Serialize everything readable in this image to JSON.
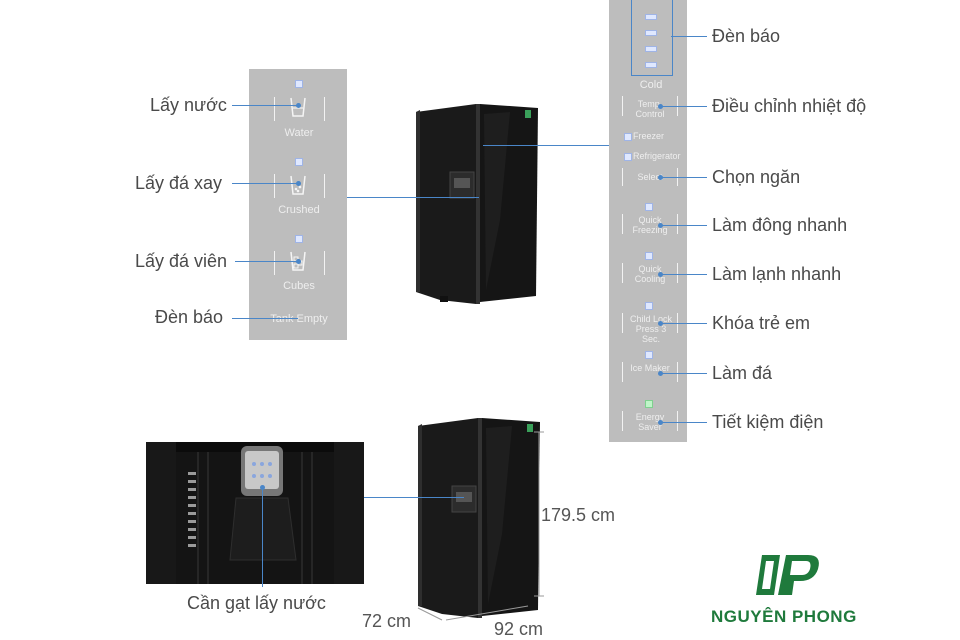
{
  "left_panel": {
    "labels": [
      "Lấy nước",
      "Lấy đá xay",
      "Lấy đá viên",
      "Đèn báo"
    ],
    "buttons": [
      "Water",
      "Crushed",
      "Cubes"
    ],
    "indicator": "Tank Empty"
  },
  "right_panel": {
    "labels": [
      "Đèn báo",
      "Điều chỉnh nhiệt độ",
      "Chọn ngăn",
      "Làm đông nhanh",
      "Làm lạnh nhanh",
      "Khóa trẻ em",
      "Làm đá",
      "Tiết kiệm điện"
    ],
    "display_caption": "Cold",
    "buttons": [
      "Temp. Control",
      "Select",
      "Quick Freezing",
      "Quick Cooling",
      "Child Lock Press 3 Sec.",
      "Ice Maker",
      "Energy Saver"
    ],
    "compartments": [
      "Freezer",
      "Refrigerator"
    ]
  },
  "dispenser": {
    "label": "Cần gạt lấy nước"
  },
  "dimensions": {
    "height": "179.5 cm",
    "depth": "72 cm",
    "width": "92 cm"
  },
  "brand": {
    "name": "NGUYÊN PHONG",
    "color": "#1f7a3c"
  },
  "colors": {
    "leader_line": "#4a86c8",
    "panel": "#bdbdbd",
    "fridge": "#141414"
  }
}
